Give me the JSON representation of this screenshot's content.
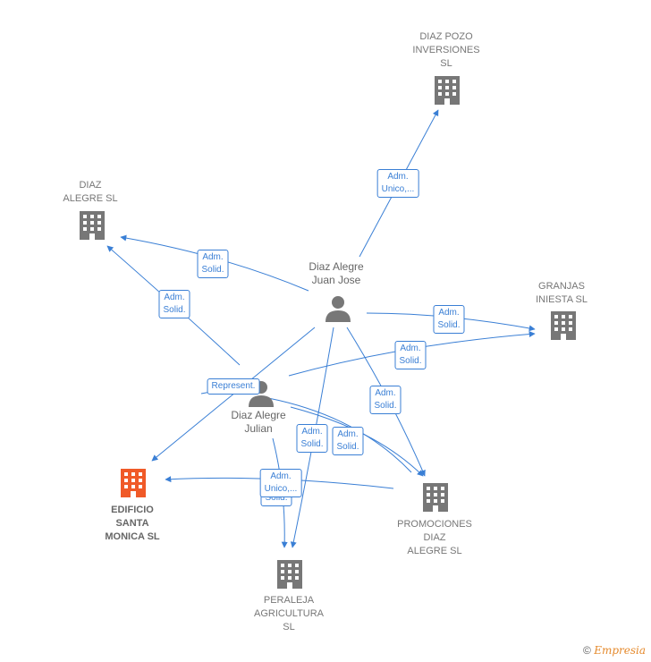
{
  "colors": {
    "edge": "#3a7fd5",
    "company": "#777777",
    "focus_company": "#f05a28",
    "person": "#777777"
  },
  "nodes": {
    "diaz_pozo": {
      "label": "DIAZ POZO\nINVERSIONES\nSL",
      "icon": "building-icon"
    },
    "diaz_alegre_sl": {
      "label": "DIAZ\nALEGRE  SL",
      "icon": "building-icon"
    },
    "granjas_iniesta": {
      "label": "GRANJAS\nINIESTA  SL",
      "icon": "building-icon"
    },
    "edificio_santa_monica": {
      "label": "EDIFICIO\nSANTA\nMONICA  SL",
      "icon": "building-icon"
    },
    "promociones_diaz_alegre": {
      "label": "PROMOCIONES\nDIAZ\nALEGRE  SL",
      "icon": "building-icon"
    },
    "peraleja_agricultura": {
      "label": "PERALEJA\nAGRICULTURA\nSL",
      "icon": "building-icon"
    },
    "juan_jose": {
      "label": "Diaz Alegre\nJuan Jose",
      "icon": "person-icon"
    },
    "julian": {
      "label": "Diaz Alegre\nJulian",
      "icon": "person-icon"
    }
  },
  "edge_labels": {
    "jj_pozo": "Adm.\nUnico,...",
    "jj_diazalegre": "Adm.\nSolid.",
    "ju_diazalegre": "Adm.\nSolid.",
    "jj_granjas": "Adm.\nSolid.",
    "ju_granjas": "Adm.\nSolid.",
    "ju_edificio": "Represent.",
    "jj_promociones": "Adm.\nSolid.",
    "ju_promociones_a": "Adm.\nSolid.",
    "ju_promociones_b": "Adm.\nSolid.",
    "peraleja_hidden": "Solid.",
    "peraleja_unico": "Adm.\nUnico,..."
  },
  "footer": {
    "copyright": "©",
    "brand": "Empresia"
  }
}
